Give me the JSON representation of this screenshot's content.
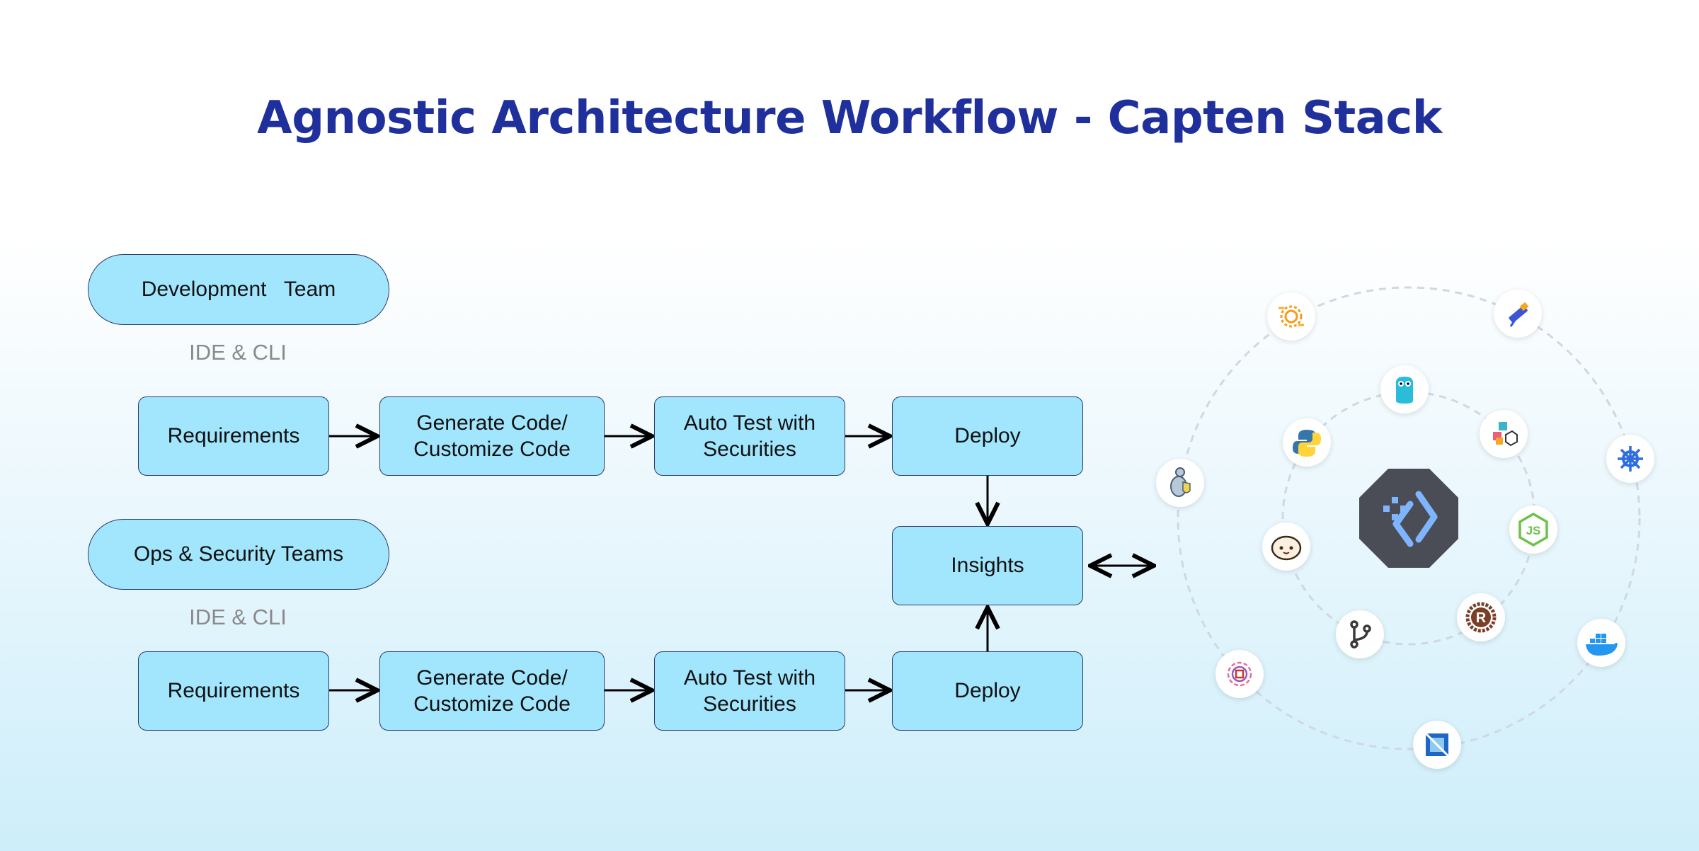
{
  "title": "Agnostic Architecture Workflow - Capten Stack",
  "dev_team": {
    "label": "Development   Team",
    "channel": "IDE & CLI"
  },
  "ops_team": {
    "label": "Ops & Security Teams",
    "channel": "IDE & CLI"
  },
  "dev_flow": {
    "requirements": "Requirements",
    "generate_line1": "Generate Code/",
    "generate_line2": "Customize Code",
    "test_line1": "Auto Test with",
    "test_line2": "Securities",
    "deploy": "Deploy"
  },
  "ops_flow": {
    "requirements": "Requirements",
    "generate_line1": "Generate Code/",
    "generate_line2": "Customize Code",
    "test_line1": "Auto Test with",
    "test_line2": "Securities",
    "deploy": "Deploy"
  },
  "insights": "Insights",
  "colors": {
    "title": "#1f2f9c",
    "box_fill": "#a2e6fd",
    "box_border": "#2a3b6e",
    "core_logo": "#4a4d55",
    "core_accent": "#7fb4ff"
  },
  "ecosystem": {
    "center": "capten-logo-icon",
    "outer_ring": [
      "argo-gear-icon",
      "telescope-icon",
      "kubernetes-icon",
      "docker-icon",
      "cncf-icon",
      "prometheus-spiral-icon",
      "dodo-security-icon"
    ],
    "inner_ring": [
      "go-gopher-icon",
      "boxes-icon",
      "nodejs-icon",
      "rust-icon",
      "git-branch-icon",
      "bun-icon",
      "python-icon"
    ]
  }
}
